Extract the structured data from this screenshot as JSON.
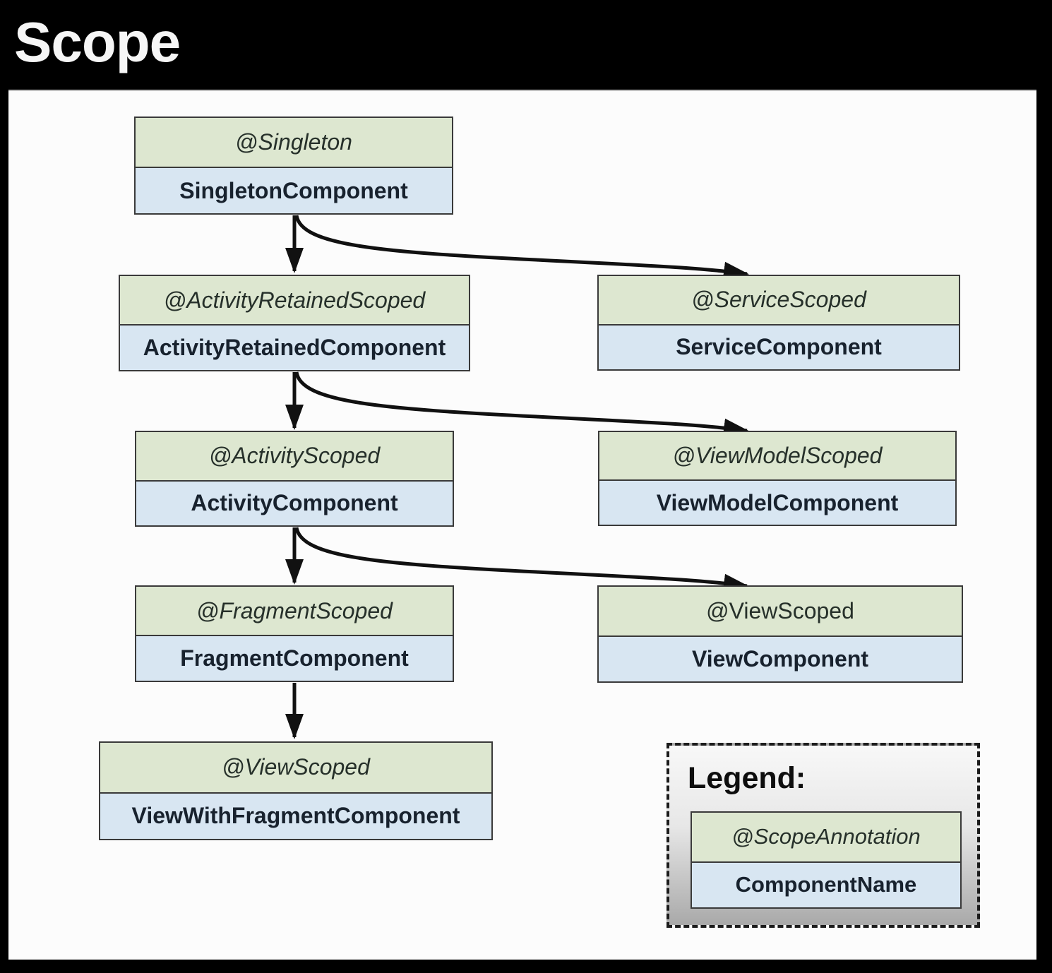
{
  "title": "Scope",
  "nodes": [
    {
      "annotation": "@Singleton",
      "component": "SingletonComponent",
      "annotation_italic": true
    },
    {
      "annotation": "@ActivityRetainedScoped",
      "component": "ActivityRetainedComponent",
      "annotation_italic": true
    },
    {
      "annotation": "@ServiceScoped",
      "component": "ServiceComponent",
      "annotation_italic": true
    },
    {
      "annotation": "@ActivityScoped",
      "component": "ActivityComponent",
      "annotation_italic": true
    },
    {
      "annotation": "@ViewModelScoped",
      "component": "ViewModelComponent",
      "annotation_italic": true
    },
    {
      "annotation": "@FragmentScoped",
      "component": "FragmentComponent",
      "annotation_italic": true
    },
    {
      "annotation": "@ViewScoped",
      "component": "ViewComponent",
      "annotation_italic": false
    },
    {
      "annotation": "@ViewScoped",
      "component": "ViewWithFragmentComponent",
      "annotation_italic": true
    }
  ],
  "edges": [
    {
      "from": "SingletonComponent",
      "to": "ActivityRetainedComponent",
      "style": "straight"
    },
    {
      "from": "SingletonComponent",
      "to": "ServiceComponent",
      "style": "curved"
    },
    {
      "from": "ActivityRetainedComponent",
      "to": "ActivityComponent",
      "style": "straight"
    },
    {
      "from": "ActivityRetainedComponent",
      "to": "ViewModelComponent",
      "style": "curved"
    },
    {
      "from": "ActivityComponent",
      "to": "FragmentComponent",
      "style": "straight"
    },
    {
      "from": "ActivityComponent",
      "to": "ViewComponent",
      "style": "curved"
    },
    {
      "from": "FragmentComponent",
      "to": "ViewWithFragmentComponent",
      "style": "straight"
    }
  ],
  "legend": {
    "title": "Legend:",
    "annotation": "@ScopeAnnotation",
    "component": "ComponentName"
  },
  "colors": {
    "annotation_bg": "#dde7d0",
    "component_bg": "#d8e6f2",
    "arrow": "#111111",
    "panel_bg": "#fcfcfc",
    "background": "#000000",
    "title_text": "#f6f6f6"
  }
}
